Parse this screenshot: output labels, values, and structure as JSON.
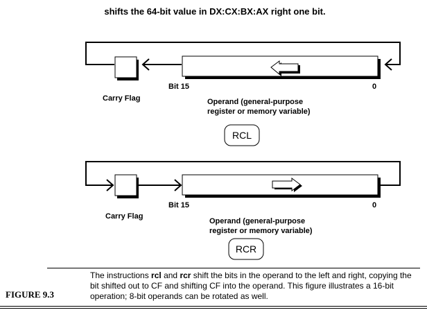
{
  "heading": "shifts the 64-bit value in DX:CX:BX:AX right one bit.",
  "diagrams": [
    {
      "id": "rcl",
      "direction": "left",
      "bit_high_label": "Bit 15",
      "bit_low_label": "0",
      "carry_label": "Carry Flag",
      "operand_label_line1": "Operand (general-purpose",
      "operand_label_line2": "register or memory variable)",
      "button_label": "RCL"
    },
    {
      "id": "rcr",
      "direction": "right",
      "bit_high_label": "Bit 15",
      "bit_low_label": "0",
      "carry_label": "Carry Flag",
      "operand_label_line1": "Operand (general-purpose",
      "operand_label_line2": "register or memory variable)",
      "button_label": "RCR"
    }
  ],
  "caption": {
    "figure_label": "FIGURE 9.3",
    "line1_a": "The instructions ",
    "line1_b": "rcl",
    "line1_c": " and ",
    "line1_d": "rcr",
    "line1_e": " shift the bits in the operand to the left and right, copying the",
    "line2": "bit shifted out to CF and shifting CF into the operand. This figure illustrates a 16-bit",
    "line3": "operation; 8-bit operands can be rotated as well."
  }
}
